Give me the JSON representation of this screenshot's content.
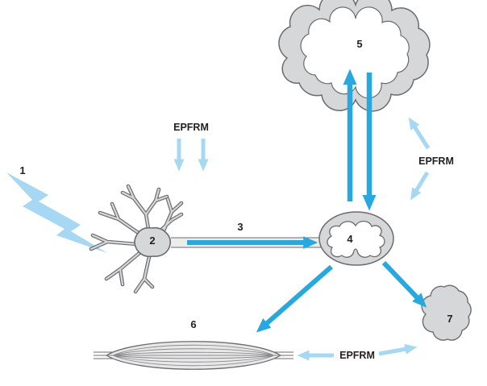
{
  "diagram": {
    "labels": {
      "stimulus": "1",
      "neuron": "2",
      "axon": "3",
      "spinal_cord": "4",
      "brain": "5",
      "muscle": "6",
      "gland": "7"
    },
    "annotations": {
      "epfrm_top": "EPFRM",
      "epfrm_right": "EPFRM",
      "epfrm_bottom": "EPFRM"
    },
    "colors": {
      "arrow_blue": "#29A8E0",
      "arrow_light_blue": "#A6D8F4",
      "shape_fill": "#D6D7D8",
      "shape_stroke": "#6B6C6E",
      "label_text": "#231F20",
      "background": "#FFFFFF"
    }
  }
}
